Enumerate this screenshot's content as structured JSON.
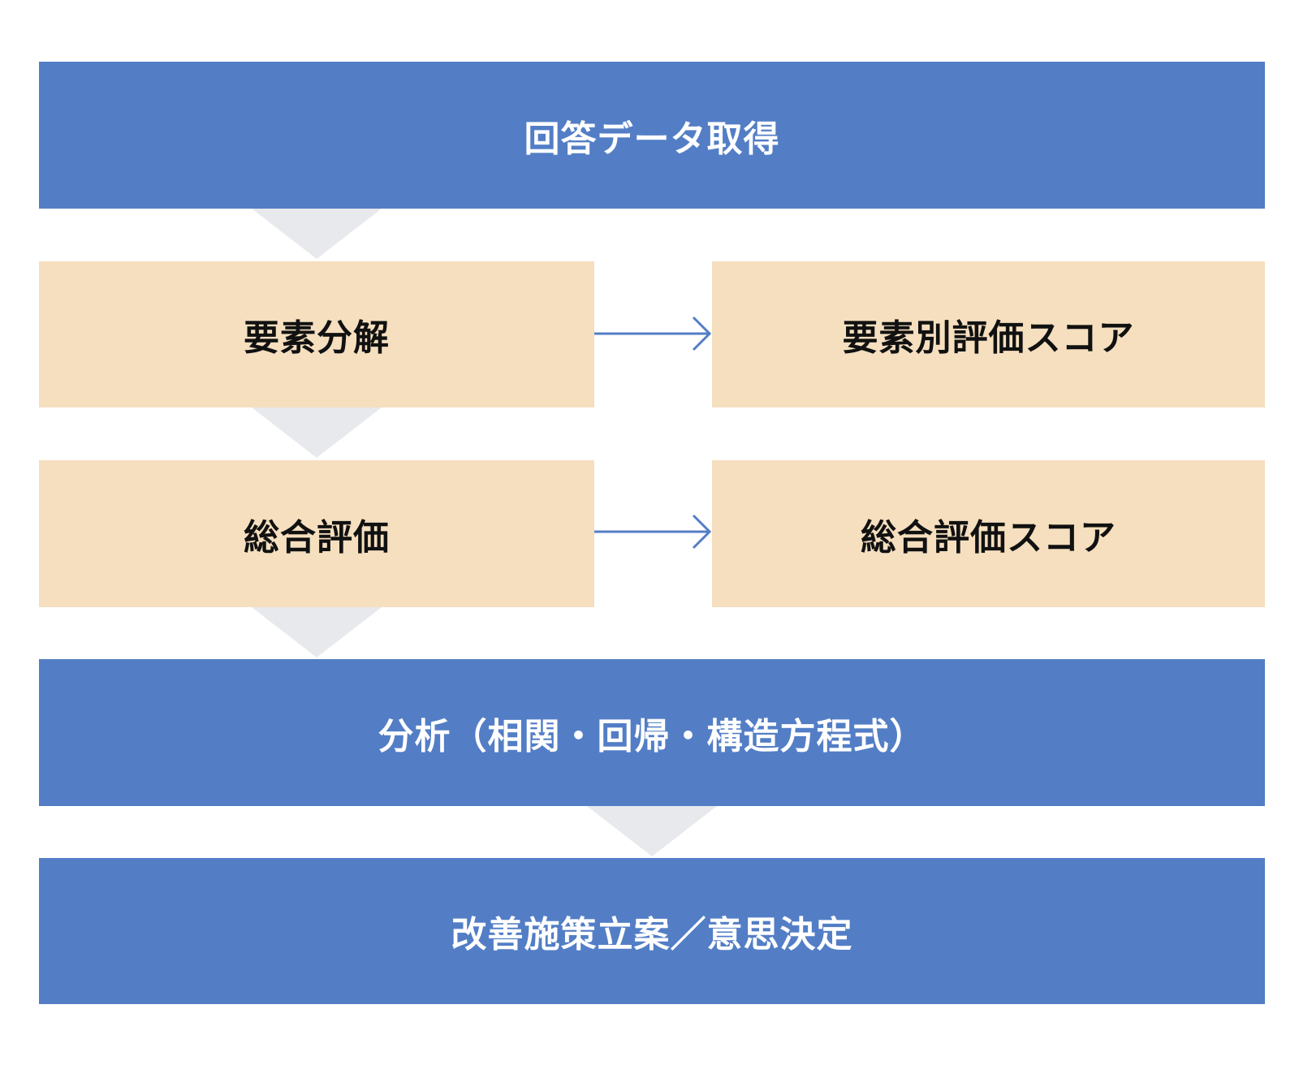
{
  "colors": {
    "primary_box": "#537ec6",
    "secondary_box": "#f5dfbf",
    "connector_chevron": "#e8e9ec",
    "side_arrow": "#537ec6"
  },
  "nodes": {
    "data_acquisition": "回答データ取得",
    "element_decomposition": "要素分解",
    "element_scores": "要素別評価スコア",
    "overall_evaluation": "総合評価",
    "overall_score": "総合評価スコア",
    "analysis": "分析（相関・回帰・構造方程式）",
    "decision": "改善施策立案／意思決定"
  }
}
